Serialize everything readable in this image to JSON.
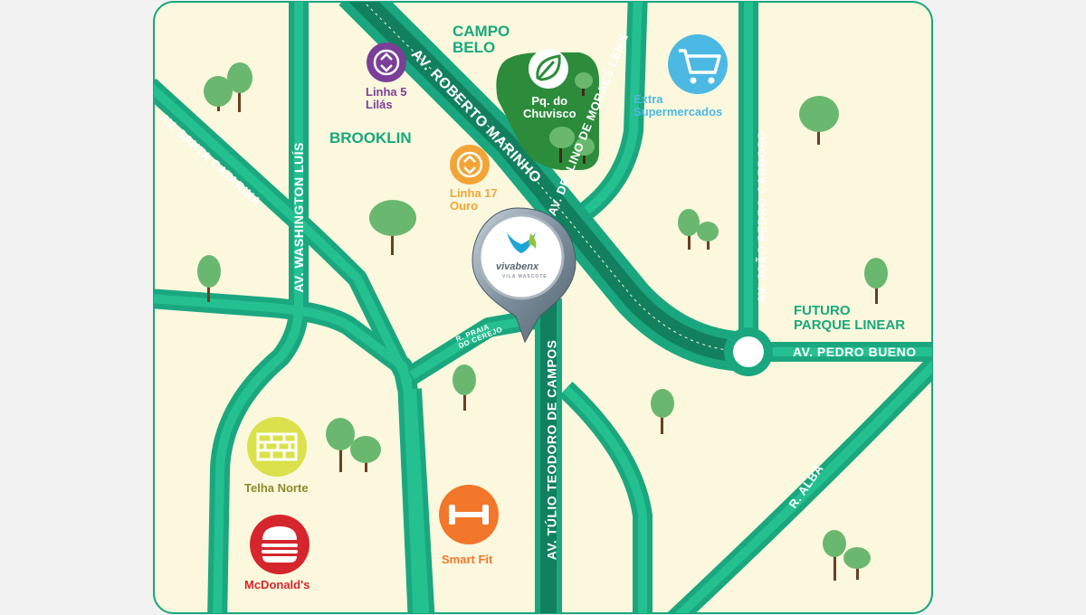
{
  "colors": {
    "background_outer": "#f2f2f2",
    "map_fill": "#fbf8dd",
    "road": "#1aa77f",
    "road_dark": "#12805f",
    "road_center": "#24c08f",
    "park": "#2d8c3c",
    "tree_crown": "#6ab86f",
    "tree_trunk": "#6b3f22",
    "metro_lilas": "#7b3f98",
    "metro_ouro": "#f2a536",
    "market": "#4bb9e3",
    "telha_norte": "#dbe14a",
    "mcdonalds": "#d6262d",
    "smart_fit": "#f2772a",
    "area_text": "#17a97d"
  },
  "districts": {
    "campo_belo": [
      "CAMPO",
      "BELO"
    ],
    "brooklin": "BROOKLIN",
    "futuro_parque": [
      "FUTURO",
      "PARQUE LINEAR"
    ]
  },
  "streets": {
    "santa_catarina": "AV. SANTA CATARINA",
    "washington_luis": "AV. WASHINGTON LUÍS",
    "roberto_marinho": "AV. ROBERTO MARINHO",
    "lino_de_moraes": "AV. DR. LINO DE MORAES LEME",
    "joao_pedro_cardoso": "AV. JOÃO PEDRO CARDOSO",
    "pedro_bueno": "AV. PEDRO BUENO",
    "tulio_teodoro": "AV. TÚLIO TEODORO DE CAMPOS",
    "praia_do_cerejo": [
      "R. PRAIA",
      "DO CEREJO"
    ],
    "alba": "R. ALBA"
  },
  "pois": {
    "linha5": {
      "label": [
        "Linha 5",
        "Lilás"
      ],
      "icon": "metro-icon"
    },
    "linha17": {
      "label": [
        "Linha 17",
        "Ouro"
      ],
      "icon": "metro-icon"
    },
    "chuvisco": {
      "label": [
        "Pq. do",
        "Chuvisco"
      ],
      "icon": "leaf-icon"
    },
    "extra": {
      "label": [
        "Extra",
        "Supermercados"
      ],
      "icon": "cart-icon"
    },
    "telha_norte": {
      "label": "Telha Norte",
      "icon": "bricks-icon"
    },
    "mcdonalds": {
      "label": "McDonald's",
      "icon": "burger-icon"
    },
    "smart_fit": {
      "label": "Smart Fit",
      "icon": "dumbbell-icon"
    }
  },
  "marker": {
    "brand": "vivabenx",
    "subtitle": "VILA MASCOTE",
    "icon": "location-pin-icon"
  }
}
